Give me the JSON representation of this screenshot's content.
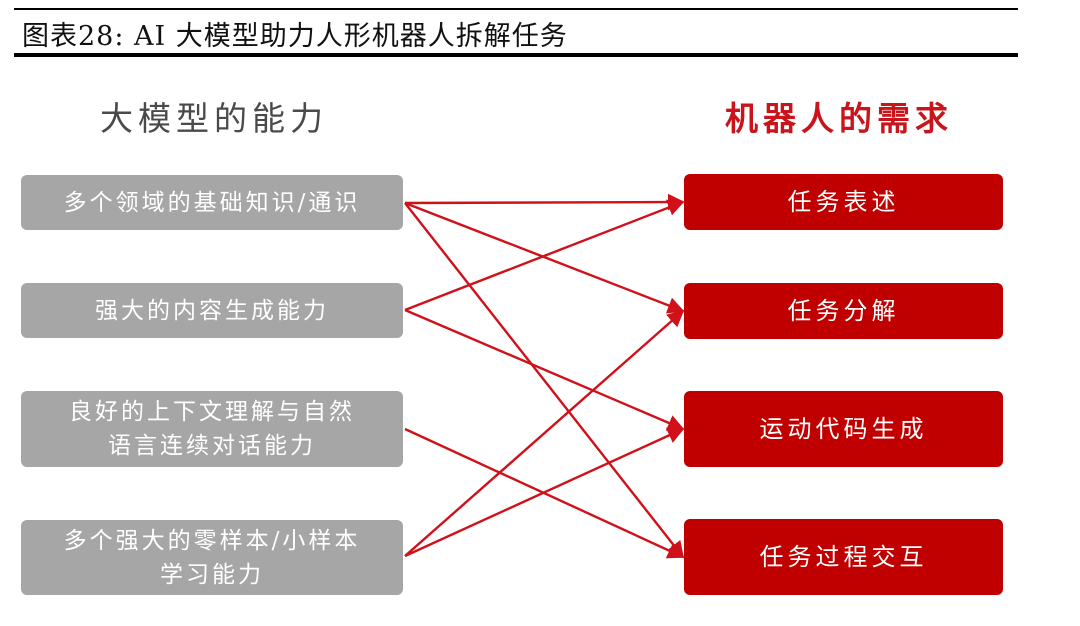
{
  "title": "图表28:  AI 大模型助力人形机器人拆解任务",
  "left_header": "大模型的能力",
  "right_header": "机器人的需求",
  "capabilities": [
    {
      "text": "多个领域的基础知识/通识"
    },
    {
      "text": "强大的内容生成能力"
    },
    {
      "text": "良好的上下文理解与自然\n语言连续对话能力"
    },
    {
      "text": "多个强大的零样本/小样本\n学习能力"
    }
  ],
  "needs": [
    {
      "text": "任务表述"
    },
    {
      "text": "任务分解"
    },
    {
      "text": "运动代码生成"
    },
    {
      "text": "任务过程交互"
    }
  ],
  "links": [
    {
      "from": 0,
      "to": 0
    },
    {
      "from": 0,
      "to": 1
    },
    {
      "from": 0,
      "to": 3
    },
    {
      "from": 1,
      "to": 0
    },
    {
      "from": 1,
      "to": 2
    },
    {
      "from": 2,
      "to": 3
    },
    {
      "from": 3,
      "to": 1
    },
    {
      "from": 3,
      "to": 2
    }
  ],
  "colors": {
    "capability_box": "#a6a6a6",
    "need_box": "#c00000",
    "arrow": "#d0111a",
    "right_header": "#c8141a",
    "left_header": "#4a4a4a"
  }
}
